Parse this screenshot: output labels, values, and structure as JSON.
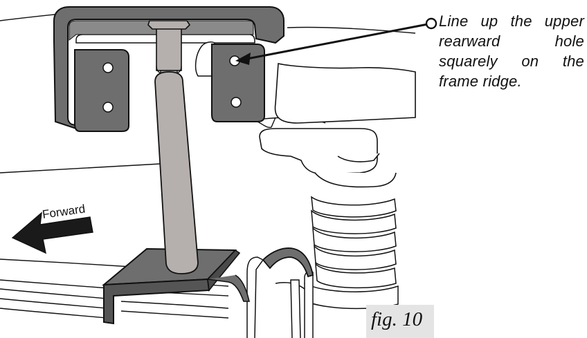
{
  "callout": {
    "text": "Line up the upper rearward hole squarely on the frame ridge."
  },
  "direction_label": "Forward",
  "figure_label": "fig. 10",
  "colors": {
    "bracket": "#6e6e6e",
    "post": "#b5b0ad",
    "outline": "#111111",
    "fig_box": "#e4e4e4"
  }
}
